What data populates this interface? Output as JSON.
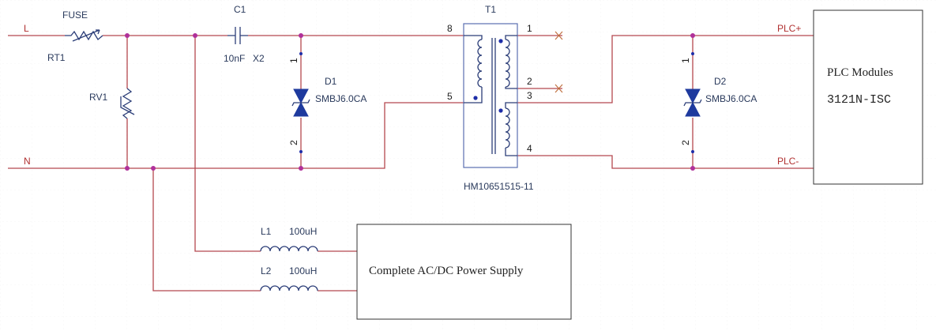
{
  "nets": {
    "line": "L",
    "neutral": "N",
    "plc_plus": "PLC+",
    "plc_minus": "PLC-"
  },
  "components": {
    "fuse": "FUSE",
    "rt1": "RT1",
    "rv1": "RV1",
    "c1": {
      "ref": "C1",
      "value": "10nF",
      "class": "X2"
    },
    "d1": {
      "ref": "D1",
      "part": "SMBJ6.0CA",
      "pin1": "1",
      "pin2": "2"
    },
    "d2": {
      "ref": "D2",
      "part": "SMBJ6.0CA",
      "pin1": "1",
      "pin2": "2"
    },
    "t1": {
      "ref": "T1",
      "part": "HM10651515-11",
      "pins": {
        "p8": "8",
        "p5": "5",
        "p1": "1",
        "p2": "2",
        "p3": "3",
        "p4": "4"
      }
    },
    "l1": {
      "ref": "L1",
      "value": "100uH"
    },
    "l2": {
      "ref": "L2",
      "value": "100uH"
    }
  },
  "blocks": {
    "plc": {
      "title": "PLC Modules",
      "part": "3121N-ISC"
    },
    "psu": {
      "title": "Complete AC/DC Power Supply"
    }
  },
  "colors": {
    "wire": "#b5484f",
    "symbol": "#2c3e78",
    "junction": "#b0309a",
    "dot_marker": "#1e2ea8"
  }
}
